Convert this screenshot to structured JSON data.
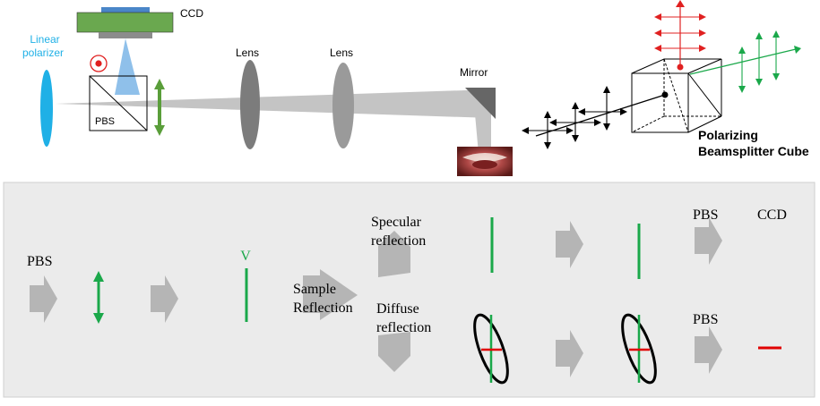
{
  "setup": {
    "labels": {
      "polarizer": [
        "Linear",
        "polarizer"
      ],
      "ccd": "CCD",
      "pbs": "PBS",
      "lens1": "Lens",
      "lens2": "Lens",
      "mirror": "Mirror",
      "cube": [
        "Polarizing",
        "Beamsplitter Cube"
      ]
    },
    "colors": {
      "polarizer": "#1fb0e6",
      "ccd_body": "#6aa84f",
      "ccd_top": "#4a86c8",
      "green_arrow": "#5a9e3a",
      "red": "#e02020",
      "beam": "#bfbfbf"
    }
  },
  "flow": {
    "labels": {
      "pbs_start": "PBS",
      "v": "V",
      "sample": [
        "Sample",
        "Reflection"
      ],
      "specular": [
        "Specular",
        "reflection"
      ],
      "diffuse": [
        "Diffuse",
        "reflection"
      ],
      "pbs_top": "PBS",
      "ccd": "CCD",
      "pbs_bottom": "PBS"
    },
    "colors": {
      "panel": "#ebebeb",
      "arrow": "#b5b5b5",
      "green": "#1aa84a",
      "red": "#e00000"
    }
  }
}
